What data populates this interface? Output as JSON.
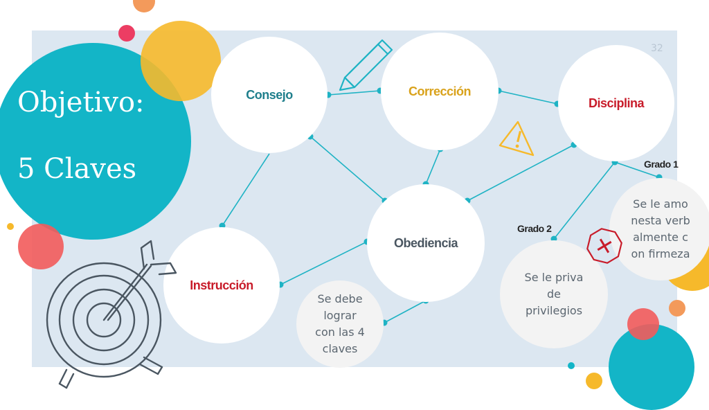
{
  "slide": {
    "title_line1": "Objetivo:",
    "title_line2": "5 Claves",
    "page_number": "32"
  },
  "nodes": {
    "consejo": "Consejo",
    "correccion": "Corrección",
    "disciplina": "Disciplina",
    "instruccion": "Instrucción",
    "obediencia": "Obediencia"
  },
  "notes": {
    "four_keys": "Se debe lograr con las 4 claves",
    "grade1_text": "Se le amonesta verbalmente con firmeza",
    "grade2_text": "Se le priva de privilegios"
  },
  "grades": {
    "grade1": "Grado 1",
    "grade2": "Grado 2"
  },
  "colors": {
    "teal": "#1fb3c4",
    "yellow": "#f6b92b",
    "coral": "#f25b5b",
    "orange": "#f39a5b",
    "pink": "#ec3d63",
    "panel": "#dce7f1",
    "consejo": "#1f7f8c",
    "correccion": "#d9a21b",
    "disciplina": "#c81c2a",
    "instruccion": "#c81c2a",
    "obediencia": "#4a5661"
  },
  "icons": [
    "pencil-icon",
    "warning-icon",
    "target-icon",
    "octagon-x-icon"
  ]
}
